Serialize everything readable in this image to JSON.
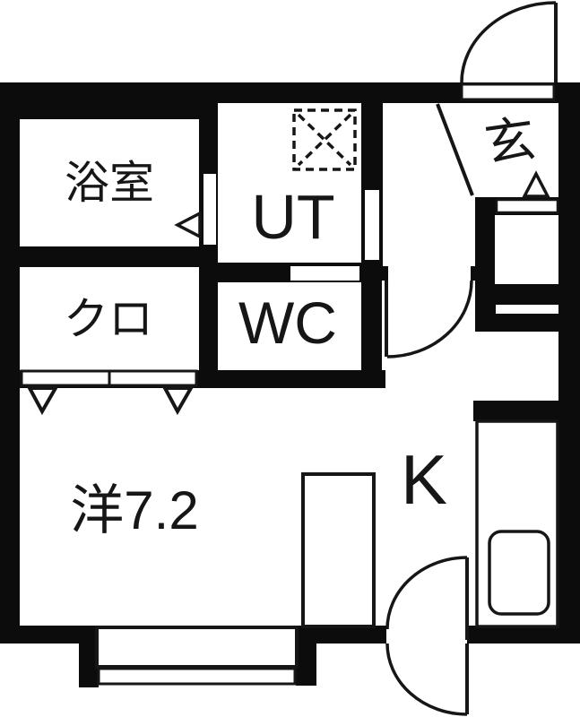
{
  "plan": {
    "type": "apartment-floor-plan",
    "colors": {
      "wall": "#0c0c0c",
      "floor": "#ffffff",
      "line": "#161616"
    },
    "rooms": {
      "bathroom": "浴室",
      "closet": "クロ",
      "utility": "UT",
      "toilet": "WC",
      "entrance": "玄",
      "western_room": "洋7.2",
      "kitchen": "K"
    }
  }
}
